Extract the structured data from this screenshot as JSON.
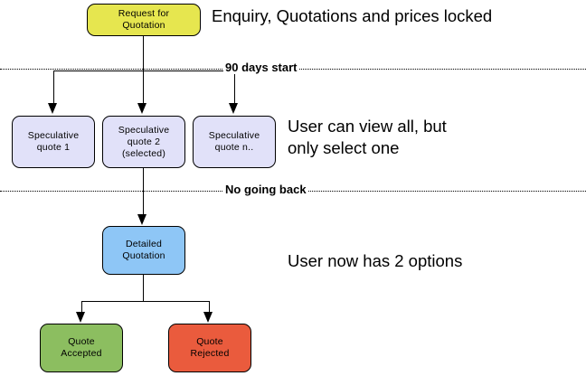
{
  "diagram": {
    "nodes": {
      "request_for_quotation": {
        "label": "Request for\nQuotation",
        "color": "#e6e64f"
      },
      "speculative_quote_1": {
        "label": "Speculative\nquote 1",
        "color": "#e1e1f9"
      },
      "speculative_quote_2": {
        "label": "Speculative\nquote 2\n(selected)",
        "color": "#e1e1f9"
      },
      "speculative_quote_n": {
        "label": "Speculative\nquote n..",
        "color": "#e1e1f9"
      },
      "detailed_quotation": {
        "label": "Detailed\nQuotation",
        "color": "#8ec6f6"
      },
      "quote_accepted": {
        "label": "Quote\nAccepted",
        "color": "#8cbe60"
      },
      "quote_rejected": {
        "label": "Quote\nRejected",
        "color": "#ea5b3d"
      }
    },
    "dividers": [
      {
        "label": "90 days start"
      },
      {
        "label": "No going back"
      }
    ],
    "annotations": [
      {
        "text": "Enquiry, Quotations and prices locked"
      },
      {
        "text": "User can view all, but\nonly select one"
      },
      {
        "text": "User now has 2 options"
      }
    ]
  }
}
